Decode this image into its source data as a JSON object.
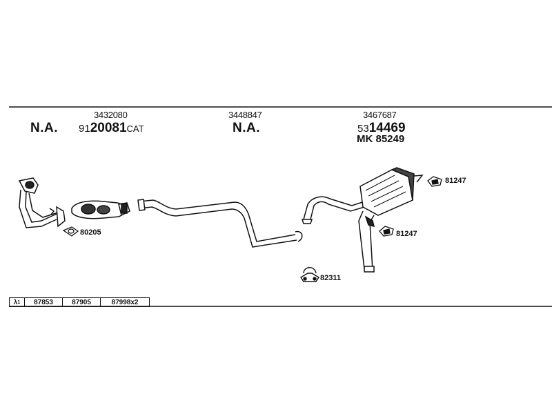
{
  "columns": [
    {
      "top_number": "3432080",
      "left_label": "N.A.",
      "part_prefix": "91",
      "part_main": "20081",
      "part_suffix": "CAT"
    },
    {
      "top_number": "3448847",
      "center_label": "N.A."
    },
    {
      "top_number": "3467687",
      "part_prefix": "53",
      "part_main": "14469",
      "mk_label": "MK 85249"
    }
  ],
  "callouts": {
    "gasket_front": "80205",
    "clamp": "82311",
    "hanger_top": "81247",
    "hanger_bottom": "81247"
  },
  "bottom_strip": {
    "lambda": "λ",
    "lambda_sup": "1",
    "items": [
      "87853",
      "87905",
      "87998x2"
    ]
  }
}
